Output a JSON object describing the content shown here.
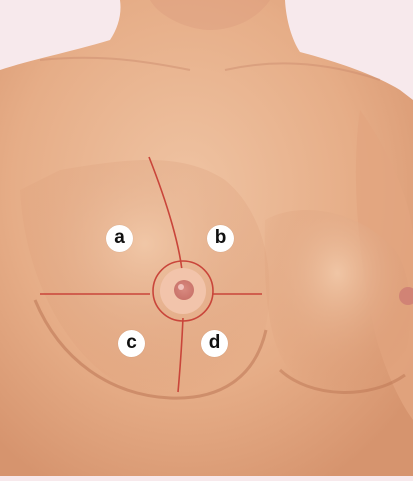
{
  "figure": {
    "background": "#f7e9ec",
    "skin_color": "#e8b18c",
    "line_color": "#c9453a",
    "quadrant_labels": [
      {
        "id": "a",
        "text": "a"
      },
      {
        "id": "b",
        "text": "b"
      },
      {
        "id": "c",
        "text": "c"
      },
      {
        "id": "d",
        "text": "d"
      }
    ]
  }
}
